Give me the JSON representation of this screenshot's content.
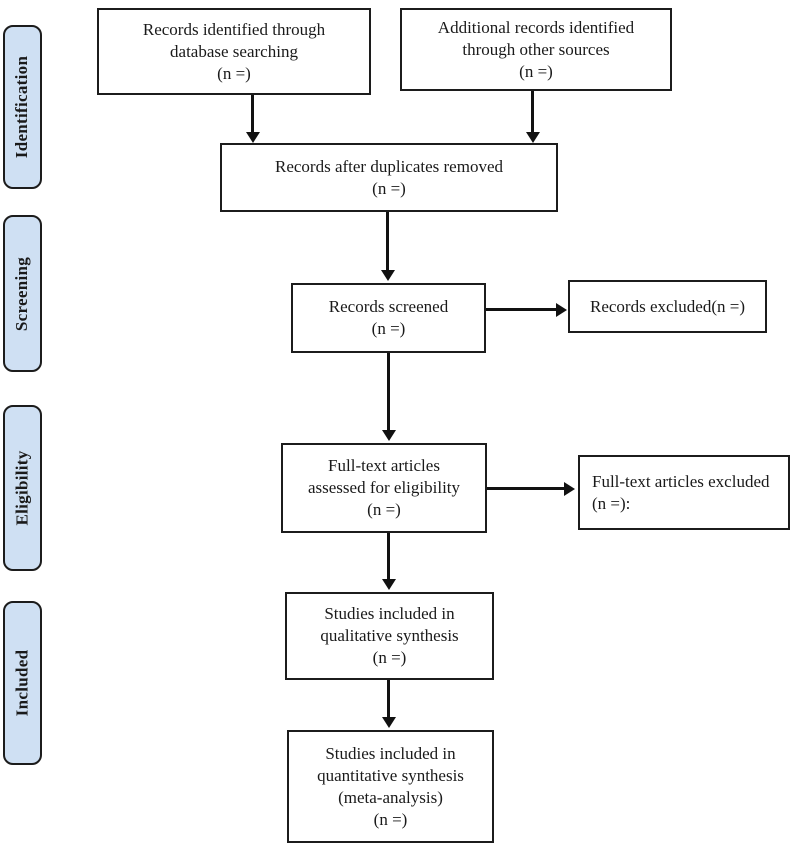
{
  "sidebar": {
    "stages": [
      {
        "label": "Identification"
      },
      {
        "label": "Screening"
      },
      {
        "label": "Eligibility"
      },
      {
        "label": "Included"
      }
    ]
  },
  "boxes": {
    "identified_db": {
      "lines": [
        "Records identified through",
        "database searching",
        "(n =)"
      ]
    },
    "identified_other": {
      "lines": [
        "Additional records identified",
        "through other sources",
        "(n =)"
      ]
    },
    "duplicates_removed": {
      "lines": [
        "Records after duplicates removed",
        "(n =)"
      ]
    },
    "screened": {
      "lines": [
        "Records screened",
        "(n =)"
      ]
    },
    "records_excluded": {
      "lines": [
        "Records excluded(n =)"
      ]
    },
    "fulltext_assessed": {
      "lines": [
        "Full-text articles",
        "assessed for eligibility",
        "(n =)"
      ]
    },
    "fulltext_excluded": {
      "lines": [
        "Full-text articles excluded",
        "(n =):"
      ]
    },
    "qualitative": {
      "lines": [
        "Studies included in",
        "qualitative synthesis",
        "(n =)"
      ]
    },
    "quantitative": {
      "lines": [
        "Studies included in",
        "quantitative synthesis",
        "(meta-analysis)",
        "(n =)"
      ]
    }
  },
  "colors": {
    "stage_fill": "#cfe0f3",
    "stage_border": "#1c1c1c",
    "box_border": "#1c1c1c",
    "arrow": "#111111",
    "text": "#1a1a1a",
    "background": "#ffffff"
  }
}
